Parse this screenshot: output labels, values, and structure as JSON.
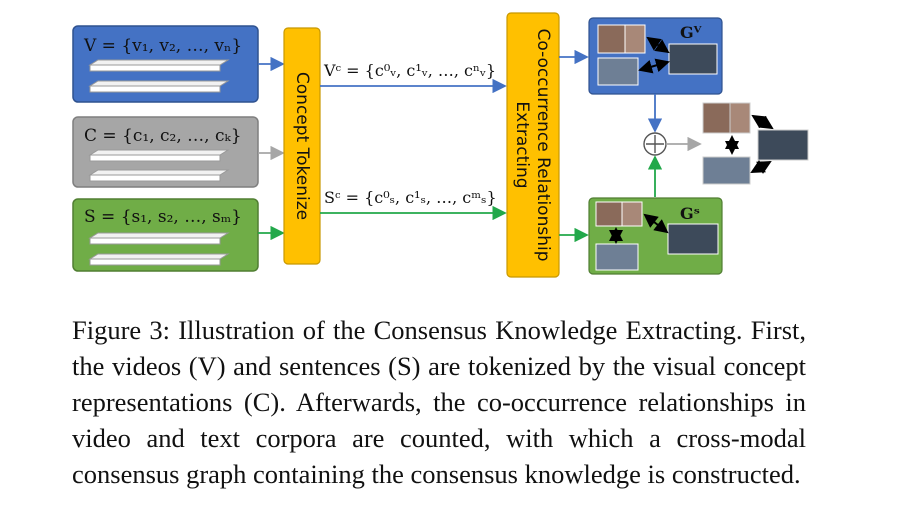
{
  "inputs": {
    "video_set": "V = {v₁, v₂, …, vₙ}",
    "concept_set": "C = {c₁, c₂, …, cₖ}",
    "sentence_set": "S = {s₁, s₂, …, sₘ}"
  },
  "tokenize_label": "Concept Tokenize",
  "extract_label_line1": "Co-occurrence Relationship",
  "extract_label_line2": "Extracting",
  "tokens": {
    "video": "Vᶜ = {c⁰ᵥ, c¹ᵥ, …, cⁿᵥ}",
    "sentence": "Sᶜ = {c⁰ₛ, c¹ₛ, …, cᵐₛ}"
  },
  "graphs": {
    "video": "Gⱽ",
    "sentence": "Gˢ"
  },
  "combine_symbol": "+",
  "colors": {
    "video_blue": "#4472c4",
    "concept_gray": "#a6a6a6",
    "sentence_green": "#70ad47",
    "process_orange": "#ffc000"
  },
  "caption": "Figure 3: Illustration of the Consensus Knowledge Extracting. First, the videos (V) and sentences (S) are tokenized by the visual concept representations (C). Afterwards, the co-occurrence relationships in video and text corpora are counted, with which a cross-modal consensus graph containing the consensus knowledge is constructed."
}
